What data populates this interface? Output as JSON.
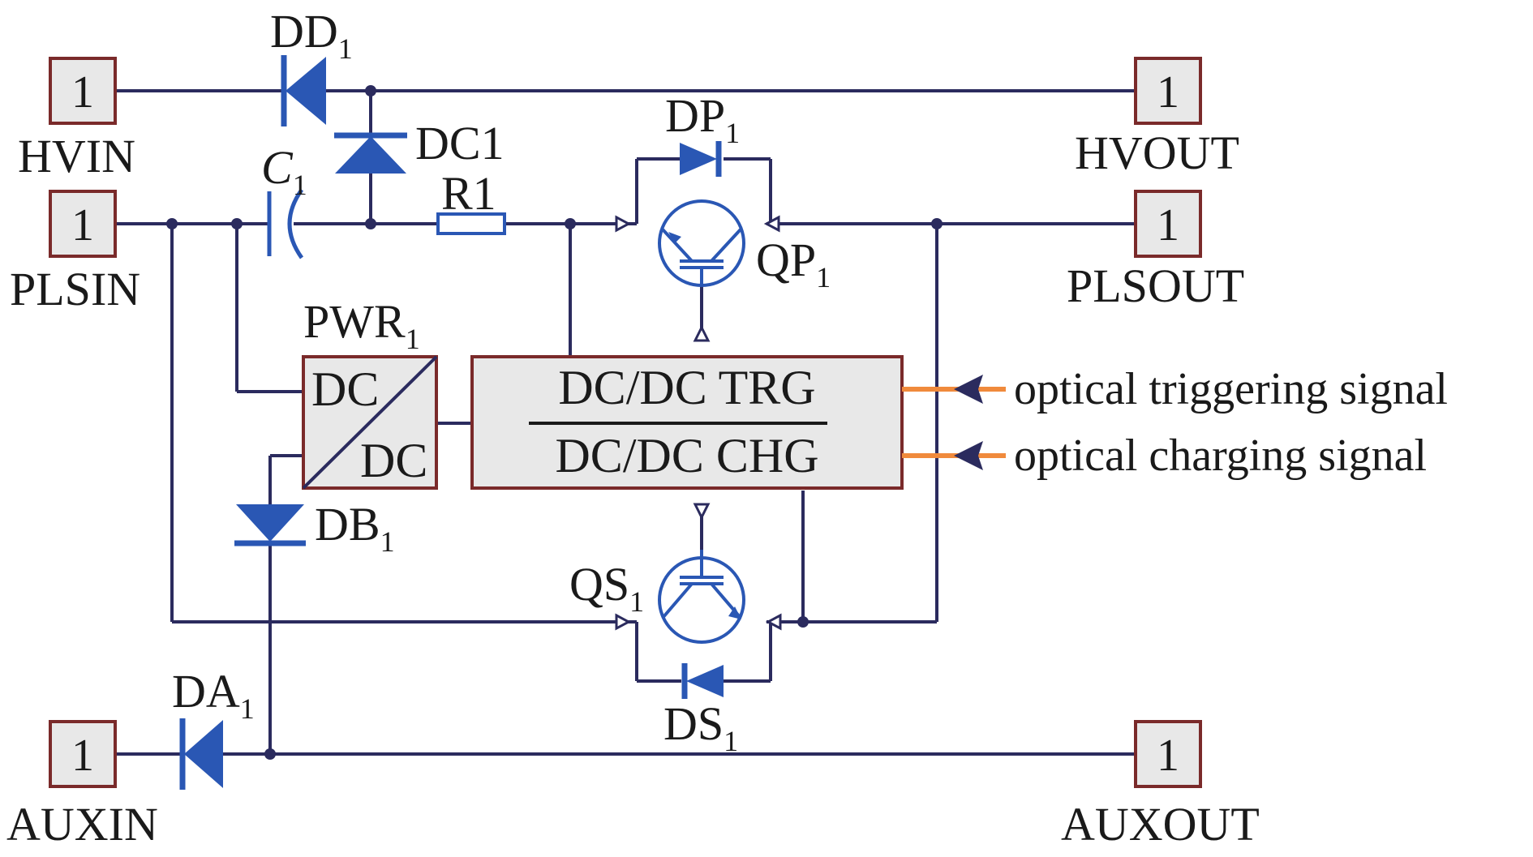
{
  "colors": {
    "wire": "#2b2b5e",
    "device": "#2a57b4",
    "block_stroke": "#7a2a2a",
    "block_fill": "#e8e8e8",
    "optical": "#f08a3c",
    "text": "#1a1a1a"
  },
  "terminals": {
    "hvin": {
      "num": "1",
      "label": "HVIN"
    },
    "plsin": {
      "num": "1",
      "label": "PLSIN"
    },
    "auxin": {
      "num": "1",
      "label": "AUXIN"
    },
    "hvout": {
      "num": "1",
      "label": "HVOUT"
    },
    "plsout": {
      "num": "1",
      "label": "PLSOUT"
    },
    "auxout": {
      "num": "1",
      "label": "AUXOUT"
    }
  },
  "components": {
    "dd": {
      "base": "DD",
      "sub": "1"
    },
    "dc": {
      "label": "DC1"
    },
    "c": {
      "base": "C",
      "sub": "1"
    },
    "r": {
      "label": "R1"
    },
    "dp": {
      "base": "DP",
      "sub": "1"
    },
    "qp": {
      "base": "QP",
      "sub": "1"
    },
    "pwr": {
      "base": "PWR",
      "sub": "1",
      "in": "DC",
      "out": "DC"
    },
    "db": {
      "base": "DB",
      "sub": "1"
    },
    "qs": {
      "base": "QS",
      "sub": "1"
    },
    "ds": {
      "base": "DS",
      "sub": "1"
    },
    "da": {
      "base": "DA",
      "sub": "1"
    }
  },
  "control_block": {
    "top": "DC/DC  TRG",
    "bottom": "DC/DC  CHG"
  },
  "signals": {
    "trigger": "optical triggering signal",
    "charging": "optical charging signal"
  }
}
